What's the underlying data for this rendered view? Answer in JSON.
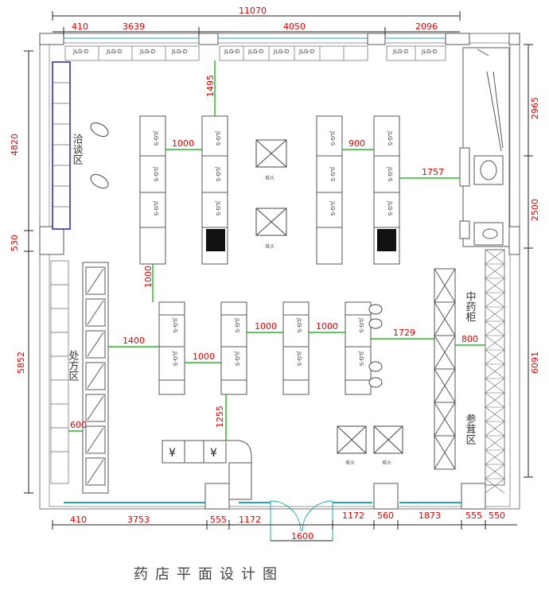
{
  "title": "药店平面设计图",
  "dims": {
    "total_width": "11070",
    "top_a": "410",
    "top_b": "3639",
    "top_c": "4050",
    "top_d": "2096",
    "left_a": "4820",
    "left_b": "530",
    "left_c": "5852",
    "right_a": "2965",
    "right_b": "2500",
    "right_c": "6091",
    "bot_a": "410",
    "bot_b": "3753",
    "bot_c": "555",
    "bot_d": "1172",
    "bot_door": "1600",
    "bot_e": "1172",
    "bot_f": "560",
    "bot_g": "1873",
    "bot_h": "555",
    "bot_i": "550",
    "in_1495": "1495",
    "in_1000a": "1000",
    "in_900": "900",
    "in_1757": "1757",
    "in_1000v": "1000",
    "in_1400": "1400",
    "in_1000b": "1000",
    "in_1000c": "1000",
    "in_1000d": "1000",
    "in_1729": "1729",
    "in_800": "800",
    "in_1255": "1255",
    "in_600": "600"
  },
  "zones": {
    "reception": "洽谈区",
    "prescription": "处方区",
    "tcm_cabinet": "中药柜",
    "ginseng": "参茸区"
  },
  "labels": {
    "shelf": "JLG-S",
    "wall_shelf": "JLG-D",
    "pillar": "堆头"
  }
}
